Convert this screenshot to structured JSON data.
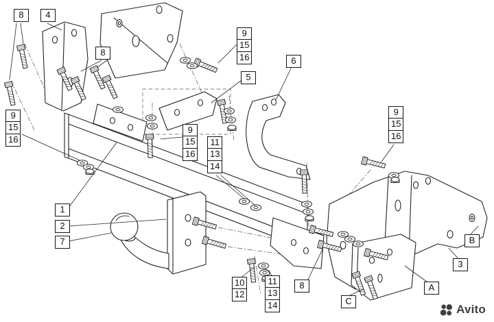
{
  "colors": {
    "background": "#ffffff",
    "line": "#1f1f1f",
    "watermark": "#3d3d3d"
  },
  "watermark": {
    "text": "Avito",
    "icon": "avito-logo-icon"
  },
  "callouts": [
    {
      "labels": [
        "8"
      ]
    },
    {
      "labels": [
        "4"
      ]
    },
    {
      "labels": [
        "8"
      ]
    },
    {
      "labels": [
        "9",
        "15",
        "16"
      ]
    },
    {
      "labels": [
        "5"
      ]
    },
    {
      "labels": [
        "6"
      ]
    },
    {
      "labels": [
        "9",
        "15",
        "16"
      ]
    },
    {
      "labels": [
        "9",
        "15",
        "16"
      ]
    },
    {
      "labels": [
        "11",
        "13",
        "14"
      ]
    },
    {
      "labels": [
        "9",
        "15",
        "16"
      ]
    },
    {
      "labels": [
        "1"
      ]
    },
    {
      "labels": [
        "2"
      ]
    },
    {
      "labels": [
        "7"
      ]
    },
    {
      "labels": [
        "10",
        "12"
      ]
    },
    {
      "labels": [
        "11",
        "13",
        "14"
      ]
    },
    {
      "labels": [
        "8"
      ]
    },
    {
      "labels": [
        "B"
      ]
    },
    {
      "labels": [
        "3"
      ]
    },
    {
      "labels": [
        "A"
      ]
    },
    {
      "labels": [
        "C"
      ]
    }
  ]
}
